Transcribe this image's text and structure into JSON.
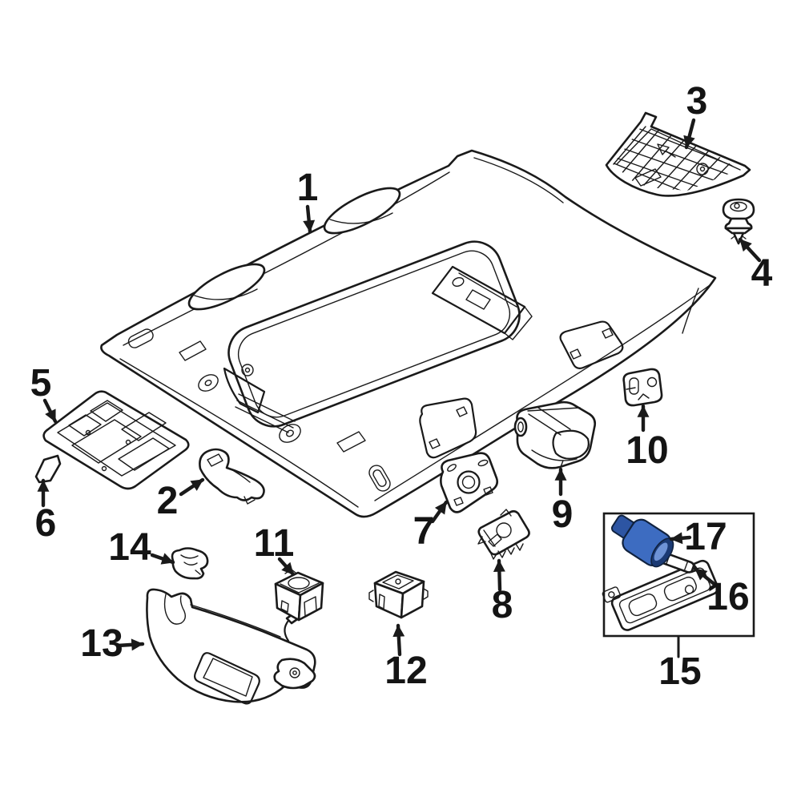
{
  "diagram": {
    "background_color": "#ffffff",
    "line_color": "#1a1a1a",
    "highlight_color": "#3d6cc1",
    "highlight_dark": "#2d55a3",
    "callouts": [
      {
        "id": 1,
        "label": "1"
      },
      {
        "id": 2,
        "label": "2"
      },
      {
        "id": 3,
        "label": "3"
      },
      {
        "id": 4,
        "label": "4"
      },
      {
        "id": 5,
        "label": "5"
      },
      {
        "id": 6,
        "label": "6"
      },
      {
        "id": 7,
        "label": "7"
      },
      {
        "id": 8,
        "label": "8"
      },
      {
        "id": 9,
        "label": "9"
      },
      {
        "id": 10,
        "label": "10"
      },
      {
        "id": 11,
        "label": "11"
      },
      {
        "id": 12,
        "label": "12"
      },
      {
        "id": 13,
        "label": "13"
      },
      {
        "id": 14,
        "label": "14"
      },
      {
        "id": 15,
        "label": "15"
      },
      {
        "id": 16,
        "label": "16"
      },
      {
        "id": 17,
        "label": "17"
      }
    ]
  }
}
